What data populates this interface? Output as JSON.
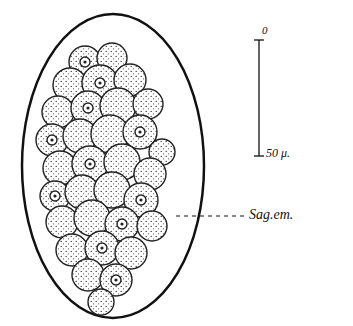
{
  "diagram": {
    "labels": [
      "0",
      "50 μ.",
      "Sag.em."
    ]
  }
}
